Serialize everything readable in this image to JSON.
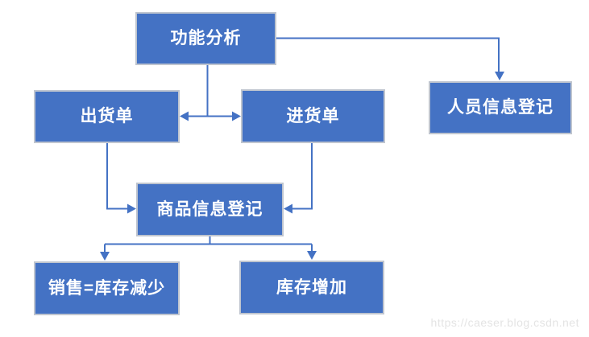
{
  "diagram": {
    "type": "flowchart",
    "nodes": [
      {
        "id": "function-analysis",
        "label": "功能分析"
      },
      {
        "id": "shipping-order",
        "label": "出货单"
      },
      {
        "id": "purchase-order",
        "label": "进货单"
      },
      {
        "id": "personnel-info-registration",
        "label": "人员信息登记"
      },
      {
        "id": "product-info-registration",
        "label": "商品信息登记"
      },
      {
        "id": "sales-inventory-decrease",
        "label": "销售=库存减少"
      },
      {
        "id": "inventory-increase",
        "label": "库存增加"
      }
    ],
    "edges": [
      {
        "from": "function-analysis",
        "to": "shipping-order",
        "style": "elbow-arrow"
      },
      {
        "from": "function-analysis",
        "to": "purchase-order",
        "style": "elbow-arrow"
      },
      {
        "from": "function-analysis",
        "to": "personnel-info-registration",
        "style": "elbow-arrow"
      },
      {
        "from": "shipping-order",
        "to": "product-info-registration",
        "style": "elbow-arrow"
      },
      {
        "from": "purchase-order",
        "to": "product-info-registration",
        "style": "elbow-arrow"
      },
      {
        "from": "product-info-registration",
        "to": "sales-inventory-decrease",
        "style": "elbow-arrow"
      },
      {
        "from": "product-info-registration",
        "to": "inventory-increase",
        "style": "elbow-arrow"
      }
    ],
    "colors": {
      "node_fill": "#4472C4",
      "node_border": "#BFC5CF",
      "connector": "#4472C4",
      "node_text": "#FFFFFF"
    }
  },
  "watermark": {
    "text": "https://caeser.blog.csdn.net",
    "color": "#E4E4E4"
  }
}
